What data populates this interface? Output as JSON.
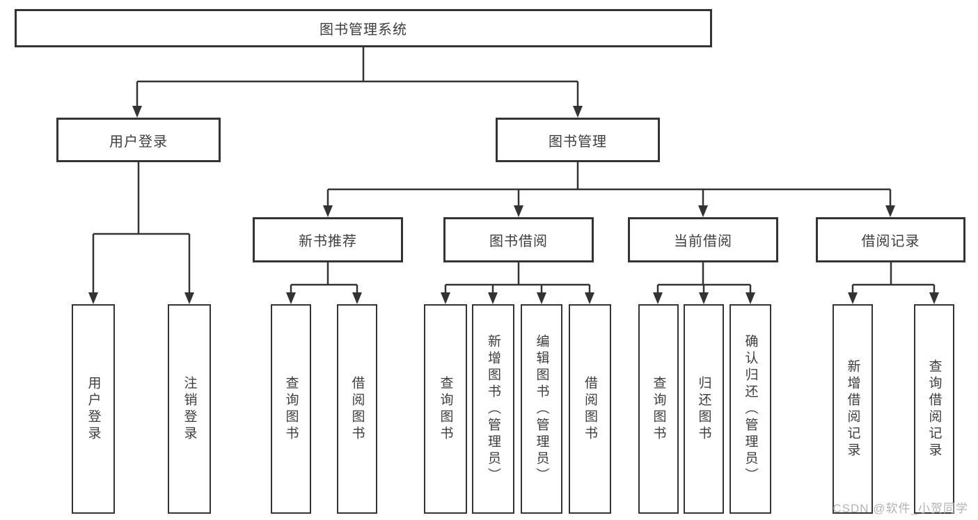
{
  "diagram": {
    "tree": {
      "root": {
        "label": "图书管理系统"
      },
      "branches": [
        {
          "label": "用户登录",
          "children": [
            {
              "label": "用户登录"
            },
            {
              "label": "注销登录"
            }
          ]
        },
        {
          "label": "图书管理",
          "children": [
            {
              "label": "新书推荐",
              "children": [
                {
                  "label": "查询图书"
                },
                {
                  "label": "借阅图书"
                }
              ]
            },
            {
              "label": "图书借阅",
              "children": [
                {
                  "label": "查询图书"
                },
                {
                  "label": "新增图书（管理员）"
                },
                {
                  "label": "编辑图书（管理员）"
                },
                {
                  "label": "借阅图书"
                }
              ]
            },
            {
              "label": "当前借阅",
              "children": [
                {
                  "label": "查询图书"
                },
                {
                  "label": "归还图书"
                },
                {
                  "label": "确认归还（管理员）"
                }
              ]
            },
            {
              "label": "借阅记录",
              "children": [
                {
                  "label": "新增借阅记录"
                },
                {
                  "label": "查询借阅记录"
                }
              ]
            }
          ]
        }
      ]
    }
  },
  "watermark": {
    "text": "CSDN @软件_小贺同学"
  },
  "colors": {
    "line": "#333333",
    "box_border": "#333333",
    "text": "#3d3d42",
    "background": "#ffffff",
    "watermark": "#b3b3b3"
  }
}
